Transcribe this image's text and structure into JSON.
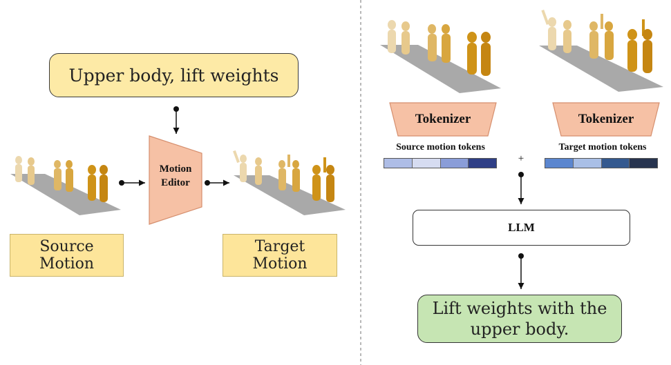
{
  "instruction": {
    "text": "Upper body, lift weights"
  },
  "editor": {
    "line1": "Motion",
    "line2": "Editor"
  },
  "source_label": {
    "line1": "Source",
    "line2": "Motion"
  },
  "target_label": {
    "line1": "Target",
    "line2": "Motion"
  },
  "right": {
    "tokenizer_left": "Tokenizer",
    "tokenizer_right": "Tokenizer",
    "source_tokens_label": "Source motion tokens",
    "target_tokens_label": "Target motion tokens",
    "plus": "+",
    "source_token_colors": [
      "#aebde6",
      "#d6dcf1",
      "#8a9dd8",
      "#2f3f86"
    ],
    "target_token_colors": [
      "#5b86cf",
      "#a9bfe6",
      "#34598f",
      "#27344f"
    ],
    "llm_label": "LLM",
    "output_line1": "Lift weights with the",
    "output_line2": "upper body."
  },
  "colors": {
    "instruction_fill": "#fdeaa6",
    "label_fill": "#fde59a",
    "editor_fill": "#f6c1a5",
    "output_fill": "#c6e5b3"
  }
}
